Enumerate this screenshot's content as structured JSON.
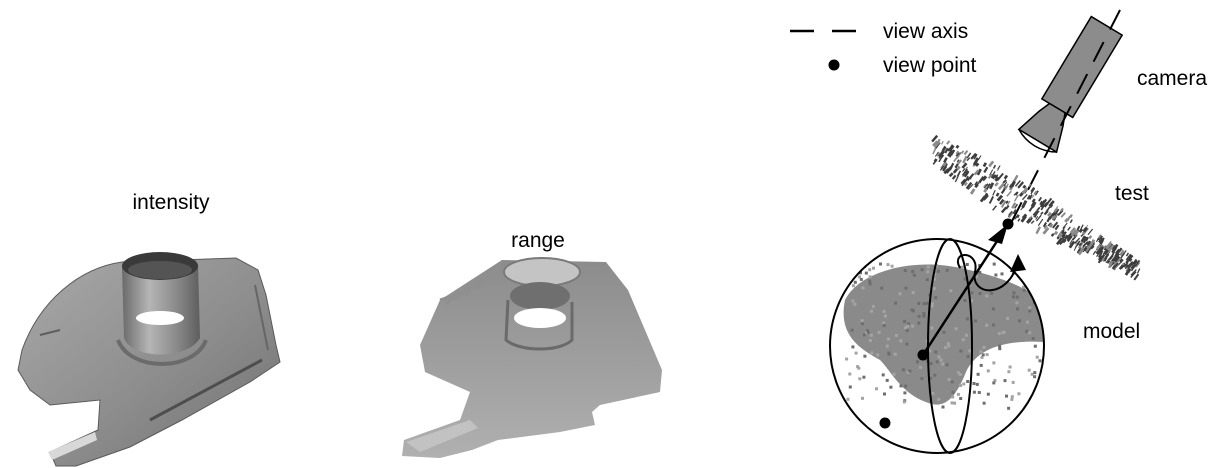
{
  "panels": {
    "intensity": {
      "label": "intensity"
    },
    "range": {
      "label": "range"
    }
  },
  "legend": {
    "view_axis_label": "view axis",
    "view_point_label": "view point"
  },
  "labels": {
    "camera": "camera",
    "test": "test",
    "model": "model"
  },
  "colors": {
    "background": "#ffffff",
    "ink": "#000000",
    "intensity_fill": "#8f8f8f",
    "range_fill": "#9a9a9a",
    "camera_body": "#8c8c8c",
    "test_points": "#3d3d3d",
    "model_fill": "#8a8a8a"
  }
}
